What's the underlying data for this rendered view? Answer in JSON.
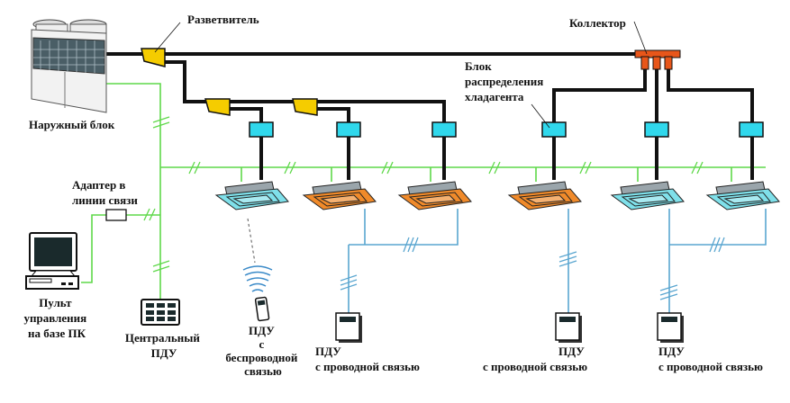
{
  "labels": {
    "outdoor_unit": "Наружный блок",
    "splitter": "Разветвитель",
    "collector": "Коллектор",
    "distribution_block": [
      "Блок",
      "распределения",
      "хладагента"
    ],
    "adapter": [
      "Адаптер в",
      "линии связи"
    ],
    "pc_control": [
      "Пульт",
      "управления",
      "на базе ПК"
    ],
    "central_remote": [
      "Центральный",
      "ПДУ"
    ],
    "wireless_remote": [
      "ПДУ",
      "с",
      "беспроводной",
      "связью"
    ],
    "wired_remote_1": [
      "ПДУ",
      "с проводной связью"
    ],
    "wired_remote_2": [
      "ПДУ",
      "с проводной связью"
    ],
    "wired_remote_3": [
      "ПДУ",
      "с проводной связью"
    ]
  },
  "indoor_units": [
    {
      "color": "#7fe0ea"
    },
    {
      "color": "#f08a2a"
    },
    {
      "color": "#f08a2a"
    },
    {
      "color": "#f08a2a"
    },
    {
      "color": "#7fe0ea"
    },
    {
      "color": "#7fe0ea"
    }
  ],
  "colors": {
    "refrigerant_pipe": "#111111",
    "communication_line": "#5fd84a",
    "remote_wiring": "#5aa6d0",
    "splitter": "#f5cc00",
    "collector": "#e8561a",
    "distribution_box": "#30d8ec"
  }
}
